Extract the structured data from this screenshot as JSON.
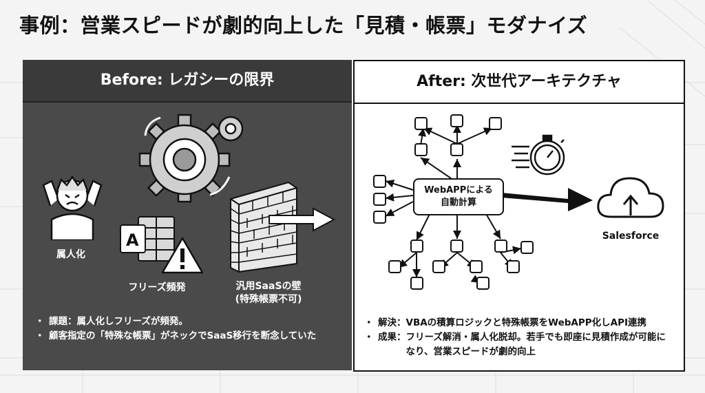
{
  "title": "事例：営業スピードが劇的向上した「見積・帳票」モダナイズ",
  "before": {
    "header": "Before: レガシーの限界",
    "labels": {
      "person": "属人化",
      "freeze": "フリーズ頻発",
      "wall_line1": "汎用SaaSの壁",
      "wall_line2": "(特殊帳票不可)"
    },
    "notes": [
      "課題：属人化しフリーズが頻発。",
      "顧客指定の「特殊な帳票」がネックでSaaS移行を断念していた"
    ]
  },
  "after": {
    "header": "After: 次世代アーキテクチャ",
    "hub_line1": "WebAPPによる",
    "hub_line2": "自動計算",
    "target_label": "Salesforce",
    "notes": [
      {
        "head": "解決：",
        "body": "VBAの積算ロジックと特殊帳票をWebAPP化しAPI連携"
      },
      {
        "head": "成果：",
        "body": "フリーズ解消・属人化脱却。若手でも即座に見積作成が可能になり、営業スピードが劇的向上"
      }
    ]
  },
  "icons": [
    "gear-icon",
    "person-stress-icon",
    "excel-error-icon",
    "warning-icon",
    "brick-wall-icon",
    "arrow-right-icon",
    "stopwatch-icon",
    "cloud-upload-icon"
  ],
  "colors": {
    "before_bg": "#4a4a4a",
    "before_header_bg": "#3a3a3a",
    "after_bg": "#ffffff",
    "accent": "#111111"
  }
}
